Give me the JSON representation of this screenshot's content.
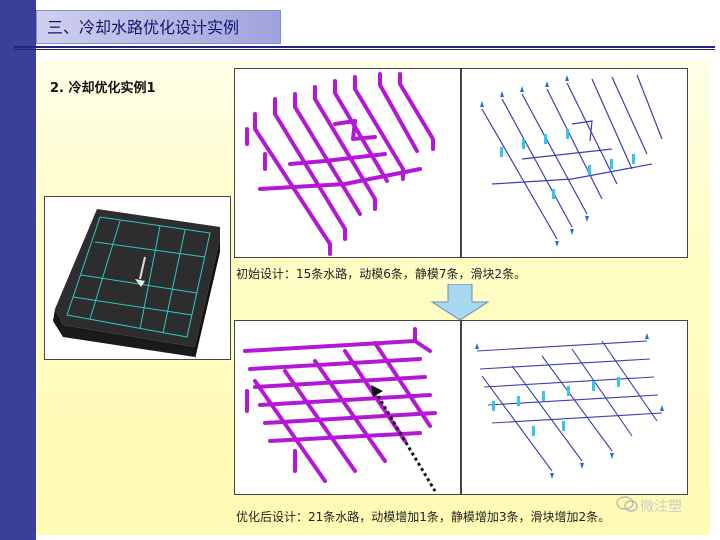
{
  "header": {
    "title": "三、冷却水路优化设计实例"
  },
  "section": {
    "subtitle": "2. 冷却优化实例1"
  },
  "captions": {
    "initial": "初始设计：15条水路，动模6条，静模7条，滑块2条。",
    "optimized": "优化后设计：21条水路，动模增加1条，静模增加3条，滑块增加2条。"
  },
  "watermark": {
    "text": "微注塑"
  },
  "colors": {
    "sidebar": "#3c3f97",
    "pipe": "#b418d6",
    "flow_line": "#3a3fb5",
    "flow_accent": "#36c7e8",
    "arrow": "#1d6fd8"
  }
}
